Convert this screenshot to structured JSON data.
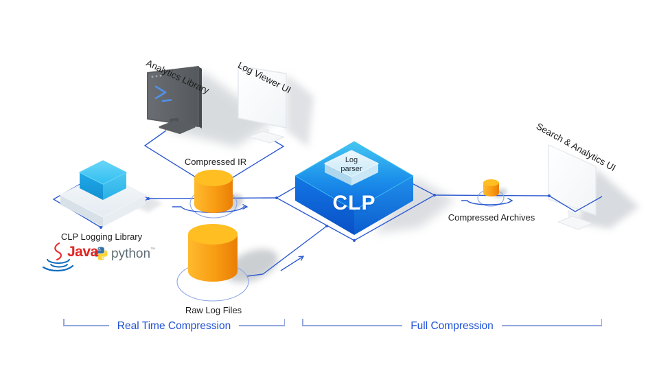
{
  "diagram": {
    "monitors": {
      "analytics": {
        "label": "Analytics Library"
      },
      "log_viewer": {
        "label": "Log Viewer UI"
      },
      "search_analytics": {
        "label": "Search & Analytics UI"
      }
    },
    "nodes": {
      "clp_logging_library": {
        "label": "CLP Logging Library"
      },
      "compressed_ir": {
        "label": "Compressed IR"
      },
      "raw_log_files": {
        "label": "Raw Log Files"
      },
      "clp": {
        "label": "CLP"
      },
      "log_parser": {
        "line1": "Log",
        "line2": "parser"
      },
      "compressed_archives": {
        "label": "Compressed Archives"
      }
    },
    "logos": {
      "java": {
        "label": "Java"
      },
      "python": {
        "label": "python",
        "trademark": "™"
      }
    },
    "sections": {
      "real_time_compression": {
        "label": "Real Time Compression"
      },
      "full_compression": {
        "label": "Full Compression"
      }
    },
    "icons": [
      "terminal-icon",
      "java-icon",
      "python-icon"
    ],
    "colors": {
      "flow_line": "#2e5bd1",
      "ring": "#8aa4e6",
      "bracket_line": "#93a7de",
      "section_text": "#1d50d6",
      "clp_box_top": "#1c90ea",
      "cylinder_orange": "#f89c13",
      "cube_cyan": "#2fbef0",
      "java_red": "#e2241f",
      "python_blue": "#3572a5",
      "python_yellow": "#ffd43b"
    }
  }
}
